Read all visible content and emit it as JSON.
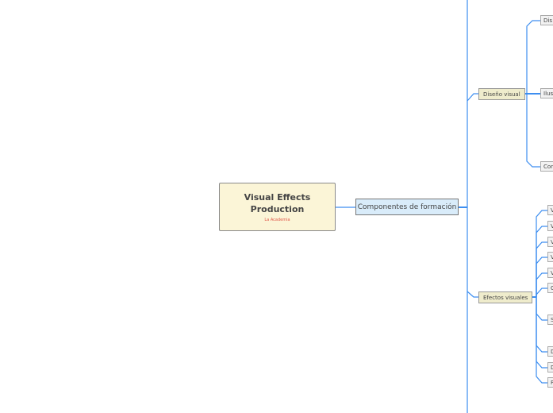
{
  "root": {
    "title": "Visual Effects Production",
    "subtitle": "La Academia"
  },
  "main": {
    "label": "Componentes de formación"
  },
  "branches": [
    {
      "label": "Diseño visual",
      "children": [
        "Dis",
        "Ilus",
        "Con"
      ]
    },
    {
      "label": "Efectos visuales",
      "children": [
        "V",
        "V",
        "V",
        "V",
        "V",
        "C",
        "S",
        "D",
        "D",
        "F"
      ]
    }
  ],
  "colors": {
    "connector": "#3d8ef0",
    "root_fill": "#fbf5d7",
    "main_fill": "#d9ecfa",
    "branch_fill": "#efeccc"
  }
}
